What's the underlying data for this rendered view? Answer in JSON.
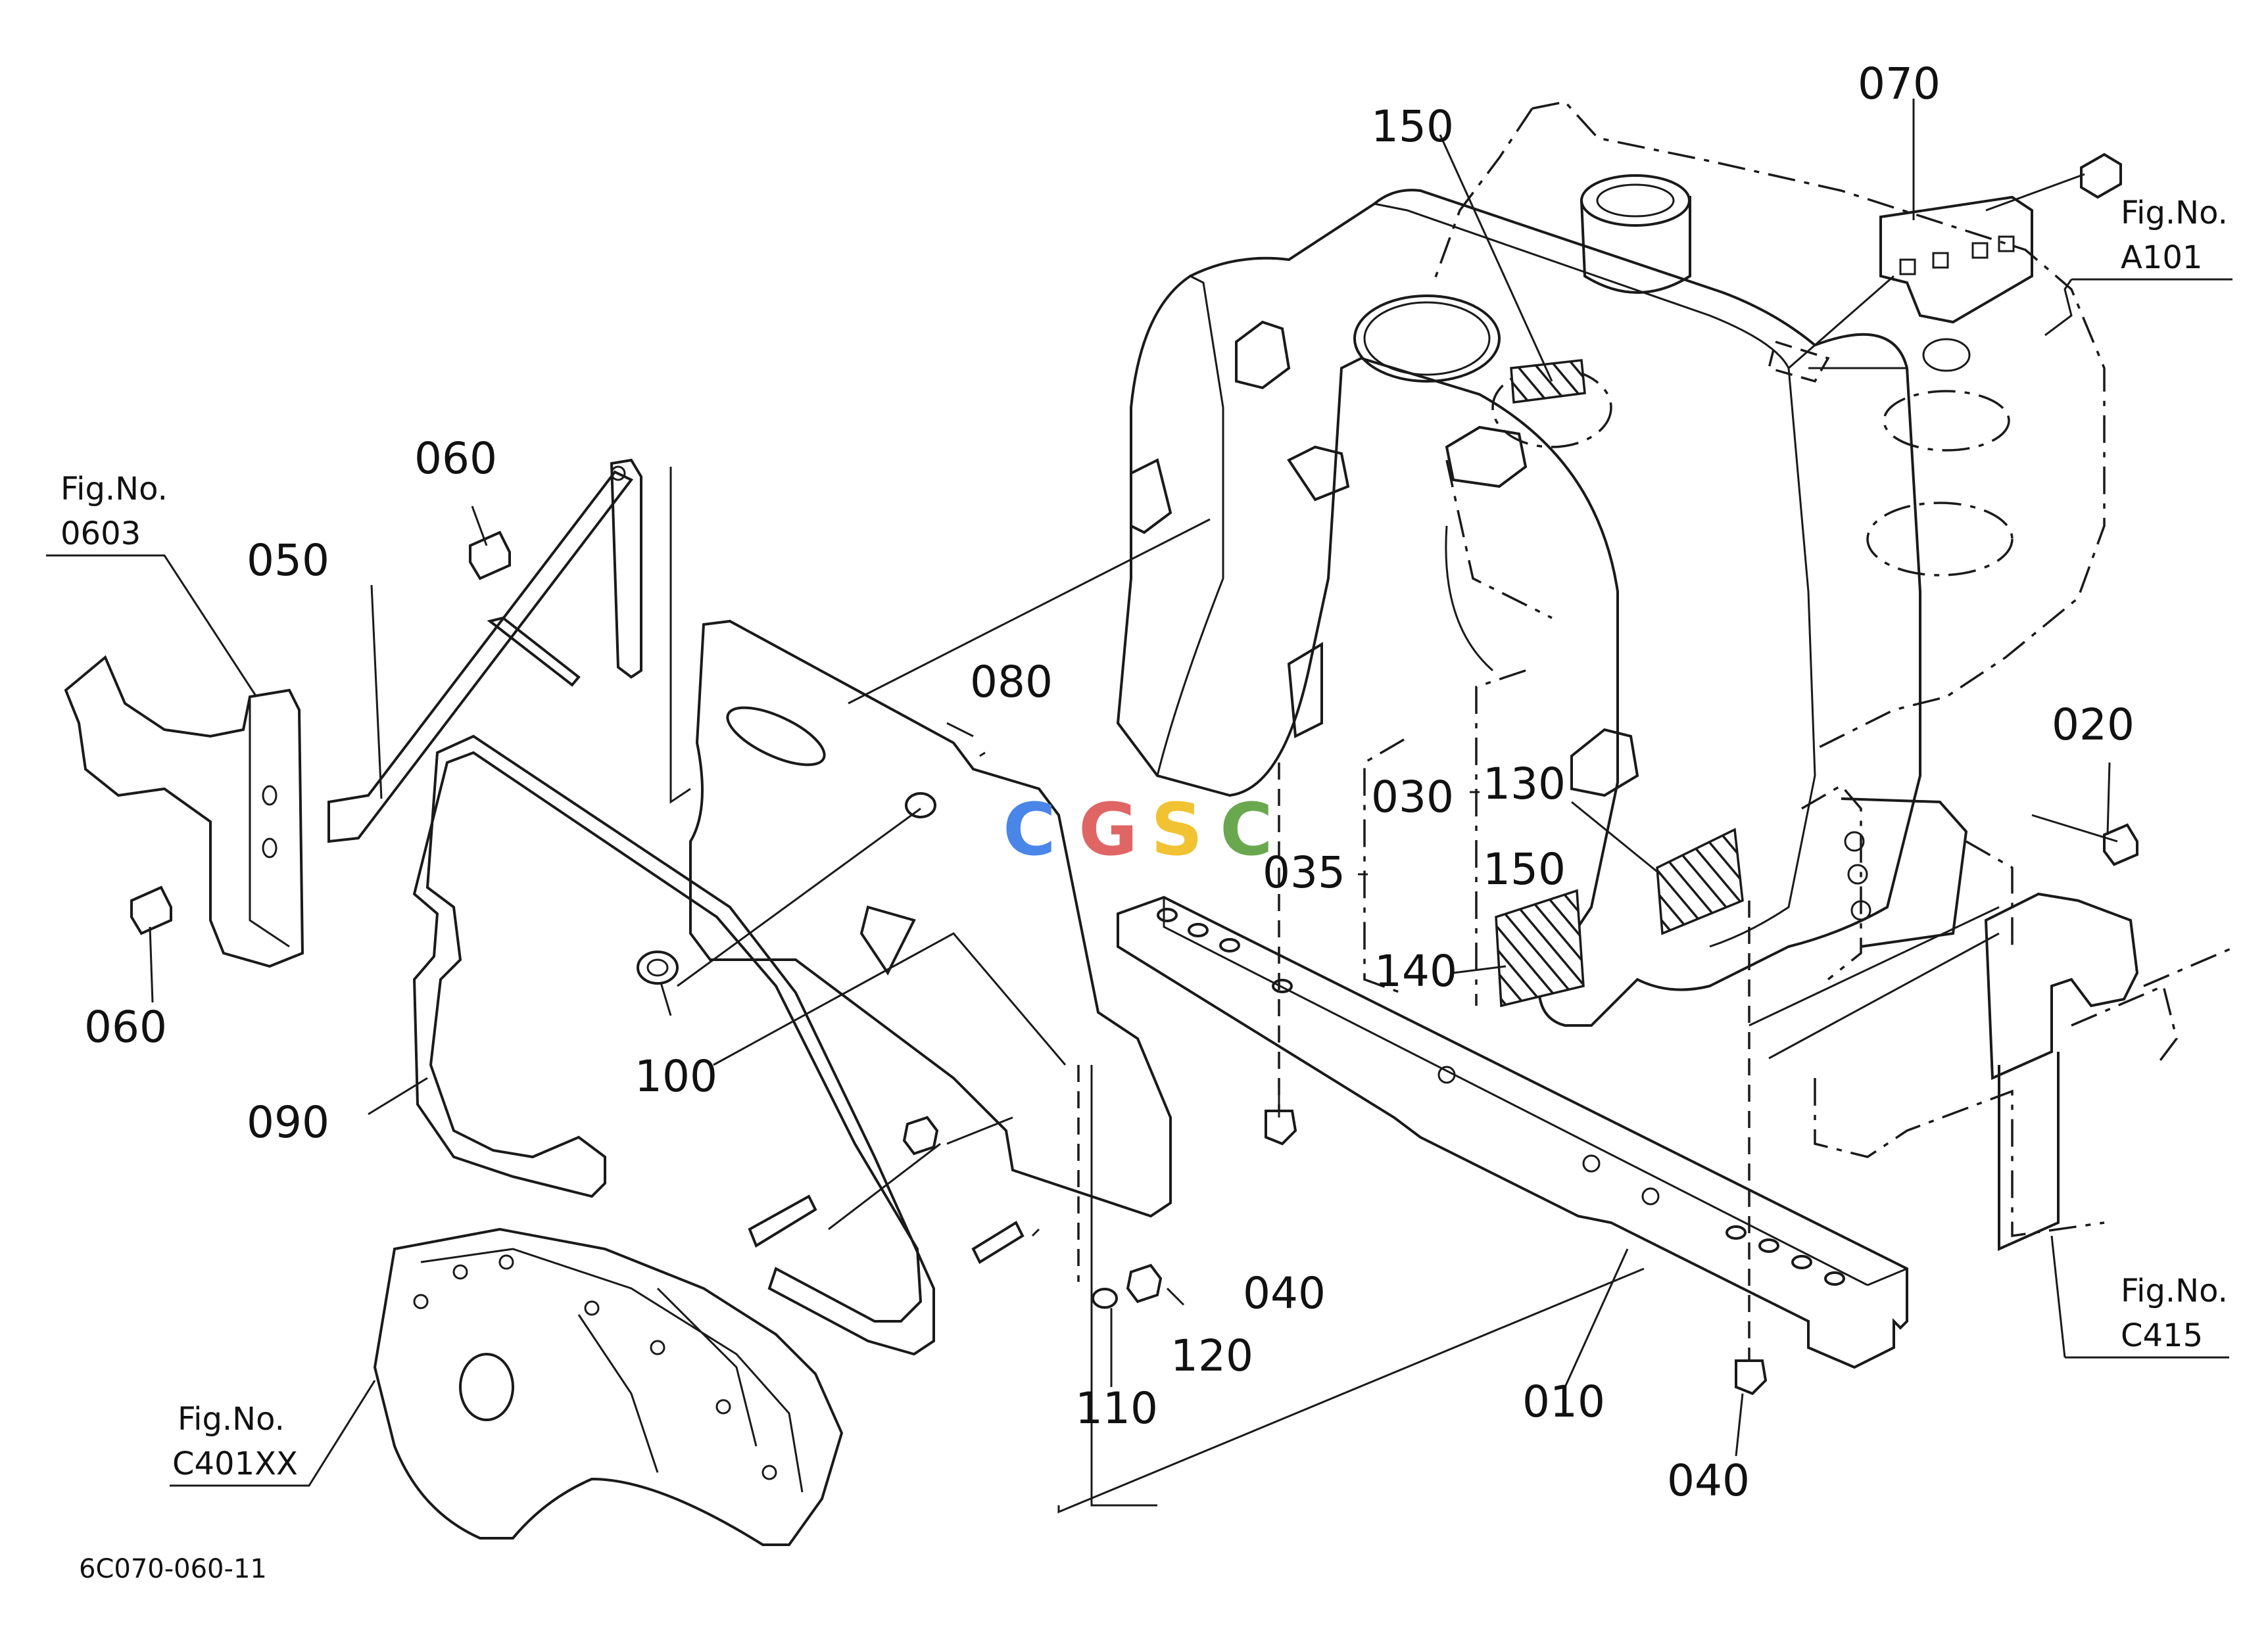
{
  "drawing_number": "6C070-060-11",
  "watermark": {
    "letters": [
      "C",
      "G",
      "S",
      "C"
    ],
    "colors": [
      "#4a86e8",
      "#e06666",
      "#f1c232",
      "#6aa84f"
    ]
  },
  "part_labels": {
    "p150_top": "150",
    "p070": "070",
    "p060_top": "060",
    "p050": "050",
    "p080": "080",
    "p060_bottom": "060",
    "p100": "100",
    "p090": "090",
    "p030": "030",
    "p130": "130",
    "p035": "035",
    "p150_mid": "150",
    "p140": "140",
    "p020": "020",
    "p040_mid": "040",
    "p120": "120",
    "p110": "110",
    "p010": "010",
    "p040_bottom": "040"
  },
  "figure_refs": {
    "fig_0603": {
      "line1": "Fig.No.",
      "line2": "0603"
    },
    "fig_a101": {
      "line1": "Fig.No.",
      "line2": "A101"
    },
    "fig_c415": {
      "line1": "Fig.No.",
      "line2": "C415"
    },
    "fig_c401xx": {
      "line1": "Fig.No.",
      "line2": "C401XX"
    }
  },
  "icons": [
    "bolt-icon",
    "washer-icon",
    "nut-icon",
    "stud-icon"
  ]
}
